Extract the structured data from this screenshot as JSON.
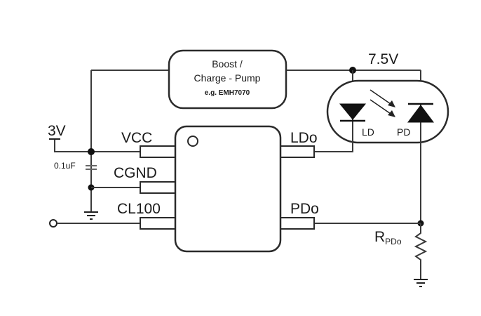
{
  "boost": {
    "line1": "Boost /",
    "line2": "Charge - Pump",
    "line3": "e.g. EMH7070"
  },
  "supply": {
    "voltage_7v5": "7.5V",
    "voltage_3v": "3V",
    "cap_value": "0.1uF"
  },
  "pins": {
    "vcc": "VCC",
    "cgnd": "CGND",
    "cl100": "CL100",
    "ldo": "LDo",
    "pdo": "PDo"
  },
  "optics": {
    "ld": "LD",
    "pd": "PD"
  },
  "resistor": {
    "main": "R",
    "sub": "PDo"
  }
}
